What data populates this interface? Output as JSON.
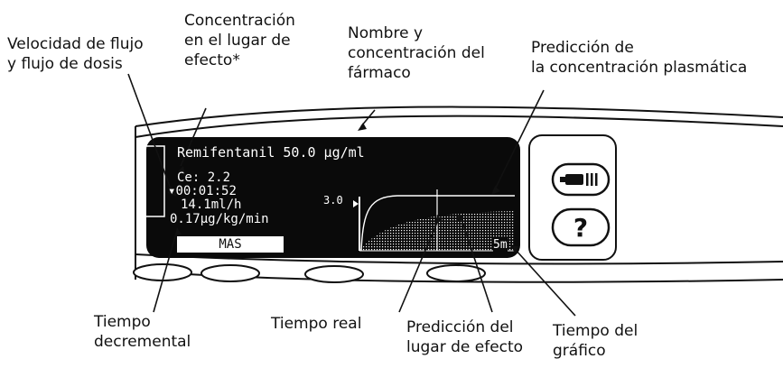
{
  "labels": {
    "flow": [
      "Velocidad de flujo",
      "y flujo de dosis"
    ],
    "effect_conc": [
      "Concentración",
      "en el lugar de",
      "efecto*"
    ],
    "drug": [
      "Nombre y",
      "concentración del",
      "fármaco"
    ],
    "plasma": [
      "Predicción de",
      "la concentración plasmática"
    ],
    "decrement": [
      "Tiempo",
      "decremental"
    ],
    "realtime": [
      "Tiempo real"
    ],
    "effect_pred": [
      "Predicción del",
      "lugar de efecto"
    ],
    "graph_time": [
      "Tiempo del",
      "gráfico"
    ]
  },
  "screen": {
    "drug_line": "Remifentanil 50.0 µg/ml",
    "ce": "Ce: 2.2",
    "timer": "00:01:52",
    "rate": "14.1ml/h",
    "dose": "0.17µg/kg/min",
    "more_button": "MAS",
    "y_max": "3.0",
    "time_span": "5m"
  },
  "colors": {
    "screen_bg": "#0a0a0a",
    "screen_text": "#ffffff",
    "device_outline": "#111111",
    "callout_line": "#111111"
  },
  "icons": {
    "syringe": "syringe-icon",
    "help": "help-icon",
    "arrow": "arrow-down-icon"
  }
}
